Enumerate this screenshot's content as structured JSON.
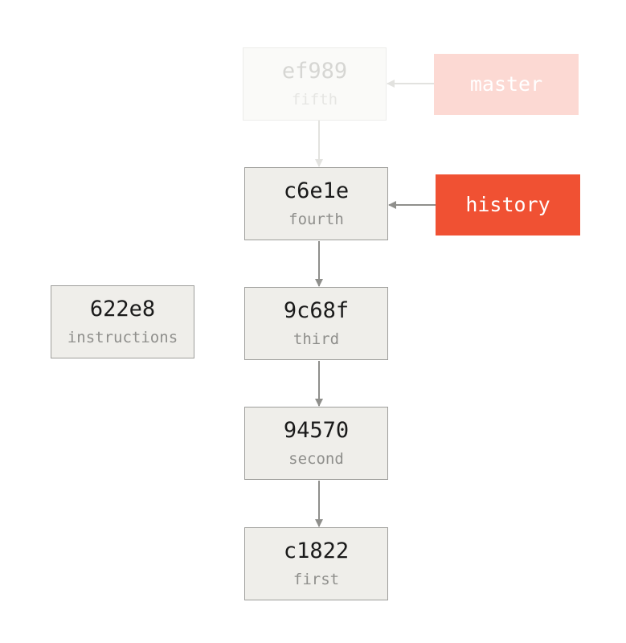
{
  "commits": {
    "fifth": {
      "sha": "ef989",
      "message": "fifth"
    },
    "fourth": {
      "sha": "c6e1e",
      "message": "fourth"
    },
    "third": {
      "sha": "9c68f",
      "message": "third"
    },
    "second": {
      "sha": "94570",
      "message": "second"
    },
    "first": {
      "sha": "c1822",
      "message": "first"
    },
    "instructions": {
      "sha": "622e8",
      "message": "instructions"
    }
  },
  "branches": {
    "master": {
      "label": "master"
    },
    "history": {
      "label": "history"
    }
  },
  "colors": {
    "commit_fill": "#efeeea",
    "commit_border": "#9e9e9b",
    "arrow": "#8f8f8c",
    "branch_active": "#f05133",
    "branch_faded": "#fcd9d3"
  }
}
